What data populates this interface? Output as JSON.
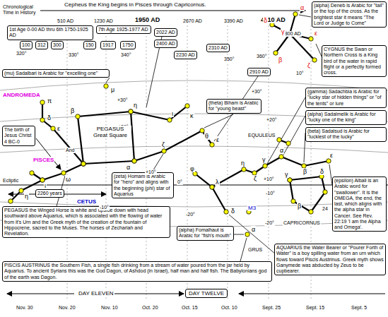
{
  "diagram": {
    "nodes": [
      {
        "text": [
          "(alpha) Deneb is Arabic for \"tail\" or the top of the cross. As the brightest star it means \"The Lord or Judge to Come\""
        ]
      },
      {
        "text": [
          "CYGNUS the Swan or Northern Cross is a King bird of the water in rapid flight or a perfectly formed cross."
        ]
      },
      {
        "text": [
          "(mu) Sadalbari is Arabic for \"excelling one\""
        ]
      },
      {
        "text": [
          "(gamma) Sadachbia is Arabic for \"lucky star of hidden things\" or \"of the tents\" or lure"
        ]
      },
      {
        "text": [
          "(alpha) Sadalmelik is Arabic for \"lucky one of the king\""
        ]
      },
      {
        "text": [
          "(beta) Sadalsud is Arabic for \"luckiest of the lucky\""
        ]
      },
      {
        "text": [
          "(theta) Biham is Arabic for \"young beast\""
        ]
      },
      {
        "text": [
          "The birth of Jesus Christ 4 BC-0"
        ]
      },
      {
        "text": [
          "1st Age 0-00 AD thru 6th 1750-1925 AD"
        ]
      },
      {
        "text": [
          "7th Age 1925-1977 AD"
        ]
      },
      {
        "text": [
          "100"
        ]
      },
      {
        "text": [
          "312"
        ]
      },
      {
        "text": [
          "300"
        ]
      },
      {
        "text": [
          "150"
        ]
      },
      {
        "text": [
          "1917"
        ]
      },
      {
        "text": [
          "1750"
        ]
      },
      {
        "text": [
          "2022 AD"
        ]
      },
      {
        "text": [
          "2400 AD"
        ]
      },
      {
        "text": [
          "2230 AD"
        ]
      },
      {
        "text": [
          "2310 AD"
        ]
      },
      {
        "text": [
          "2910 AD"
        ]
      },
      {
        "text": [
          "2260 years"
        ]
      },
      {
        "text": [
          "(zeta) Homam is Arabic for \"hero\" and aligns with the beginning (phi) star of Aquarius"
        ]
      },
      {
        "text": [
          "(alpha) Fomalhaut is Arabic for \"fish's mouth\""
        ]
      },
      {
        "text": [
          "(epsilon) Albali is an Arabic word for \"swallower\". It is the OMEGA, the end, the last, which aligns with the alpha star in Cancer. See Rev. 22:19 'I am the Alpha and Omega'."
        ]
      },
      {
        "text": [
          "PEGASUS the Winged Horse is white and upside down with head southward above Aquarius, which is associated with the flowing of water from it's Urn and the Greek myth of the creation of the fountain of Hippocrene, sacred to the Muses. The horses of Zechariah and Revelation."
        ]
      },
      {
        "text": [
          "AQUARIUS the Water Bearer or \"Pourer Forth of Water\" is a boy spilling water from an urn which flows toward Piscis Austrinus. Greek myth shows Ganymede was abducted by Zeus to be cupbearer."
        ]
      },
      {
        "text": [
          "PISCIS AUSTRINUS the Southern Fish, a single fish drinking from a stream of water poured from the jar held by Aquarius. To ancient Syrians this was the God Dagon, of Ashdod (in Israel), half man and half fish. The Babylonians god of the earth was Dagon."
        ]
      },
      {
        "text": [
          "DAY TWELVE"
        ]
      }
    ],
    "labels": [
      "Cepheus the King begins in Pisces through Capricornus.",
      "Chronological Time in History",
      "510 AD",
      "1230 AD",
      "1950 AD",
      "2670 AD",
      "3390 AD",
      "4110 AD",
      "4800 AD",
      "320°",
      "330°",
      "340°",
      "350°",
      "360°",
      "10°",
      "+30°",
      "+20°",
      "+10°",
      "0°",
      "-10°",
      "-20°",
      "+30°",
      "+20°",
      "+10°",
      "-10°",
      "-20°",
      "Ecliptic",
      "ANDROMEDA",
      "PISCES",
      "And",
      "PEGASUS Great Square",
      "CETUS",
      "EQUULEUS",
      "CAPRICORNUS",
      "M3",
      "GRUS",
      "24",
      "DAY ELEVEN",
      "Nov. 30",
      "Nov. 20",
      "Nov. 10",
      "Oct. 20",
      "Oct. 15",
      "Oct. 10",
      "Sept. 25",
      "Sept. 15",
      "Sept. 5",
      "α",
      "γ",
      "β",
      "δ",
      "ε",
      "ζ",
      "β",
      "α",
      "η",
      "ζ",
      "θ",
      "ε",
      "κ",
      "ι",
      "μ",
      "π",
      "δ",
      "ε",
      "ω",
      "ι",
      "η",
      "φ",
      "λ",
      "δ",
      "η",
      "ζ",
      "γ",
      "α",
      "β",
      "ε",
      "γ",
      "δ",
      "β",
      "α"
    ]
  }
}
